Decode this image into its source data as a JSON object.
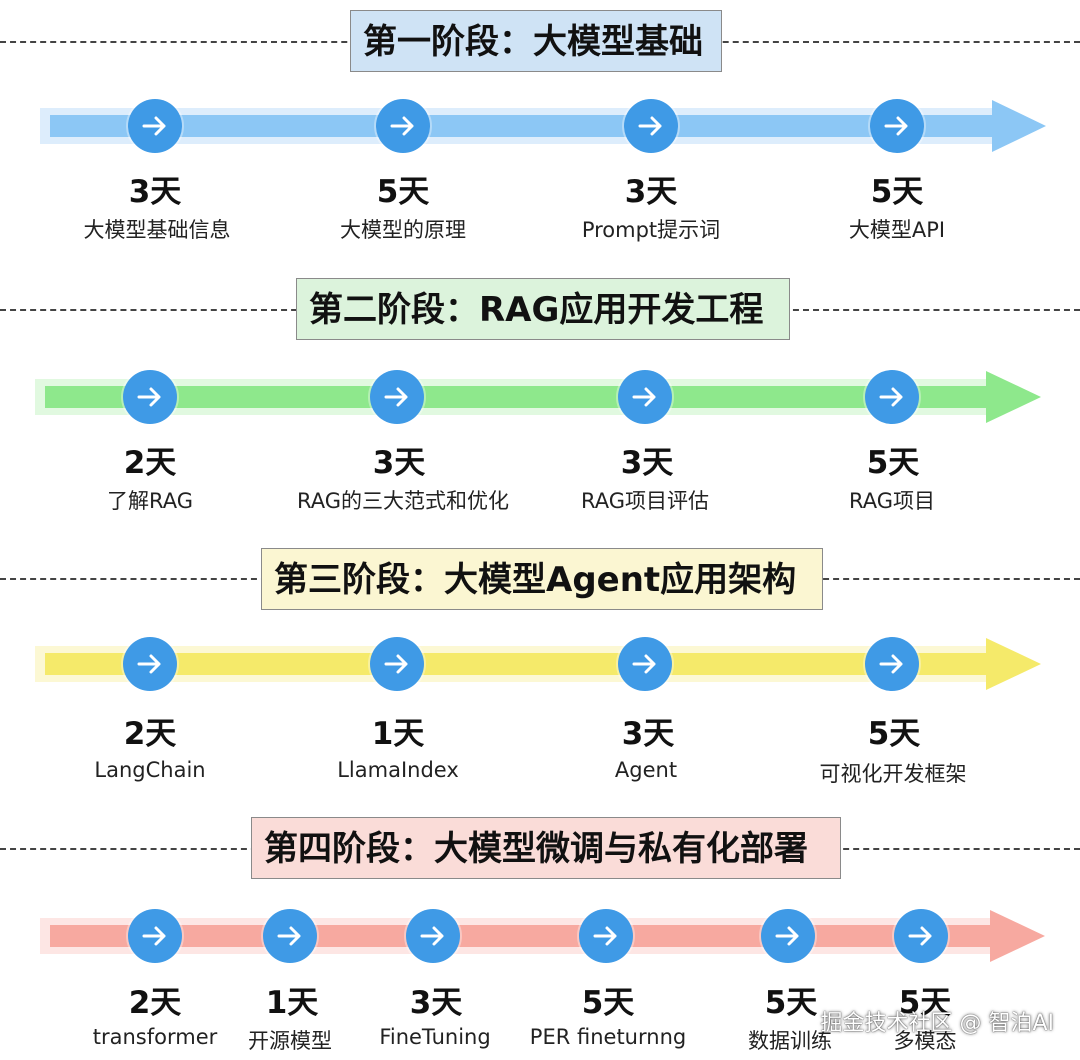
{
  "stages": [
    {
      "title": "第一阶段：大模型基础",
      "title_bg": "#cfe3f5",
      "arrow_color": "#8cc7f5",
      "glow_color": "#cfe6fb",
      "steps": [
        {
          "days": "3天",
          "label": "大模型基础信息"
        },
        {
          "days": "5天",
          "label": "大模型的原理"
        },
        {
          "days": "3天",
          "label": "Prompt提示词"
        },
        {
          "days": "5天",
          "label": "大模型API"
        }
      ]
    },
    {
      "title": "第二阶段：RAG应用开发工程",
      "title_bg": "#dcf3dc",
      "arrow_color": "#8ee88c",
      "glow_color": "#d4f7d3",
      "steps": [
        {
          "days": "2天",
          "label": "了解RAG"
        },
        {
          "days": "3天",
          "label": "RAG的三大范式和优化"
        },
        {
          "days": "3天",
          "label": "RAG项目评估"
        },
        {
          "days": "5天",
          "label": "RAG项目"
        }
      ]
    },
    {
      "title": "第三阶段：大模型Agent应用架构",
      "title_bg": "#fbf6d2",
      "arrow_color": "#f5ea6a",
      "glow_color": "#fbf5c2",
      "steps": [
        {
          "days": "2天",
          "label": "LangChain"
        },
        {
          "days": "1天",
          "label": "LlamaIndex"
        },
        {
          "days": "3天",
          "label": "Agent"
        },
        {
          "days": "5天",
          "label": "可视化开发框架"
        }
      ]
    },
    {
      "title": "第四阶段：大模型微调与私有化部署",
      "title_bg": "#fadcd8",
      "arrow_color": "#f7a9a0",
      "glow_color": "#fcdcd8",
      "steps": [
        {
          "days": "2天",
          "label": "transformer"
        },
        {
          "days": "1天",
          "label": "开源模型"
        },
        {
          "days": "3天",
          "label": "FineTuning"
        },
        {
          "days": "5天",
          "label": "PER fineturnng"
        },
        {
          "days": "5天",
          "label": "数据训练"
        },
        {
          "days": "5天",
          "label": "多模态"
        }
      ]
    }
  ],
  "node_color": "#3f9ae6",
  "node_icon": "arrow-right-icon",
  "watermark": "掘金技术社区 @ 智泊AI"
}
